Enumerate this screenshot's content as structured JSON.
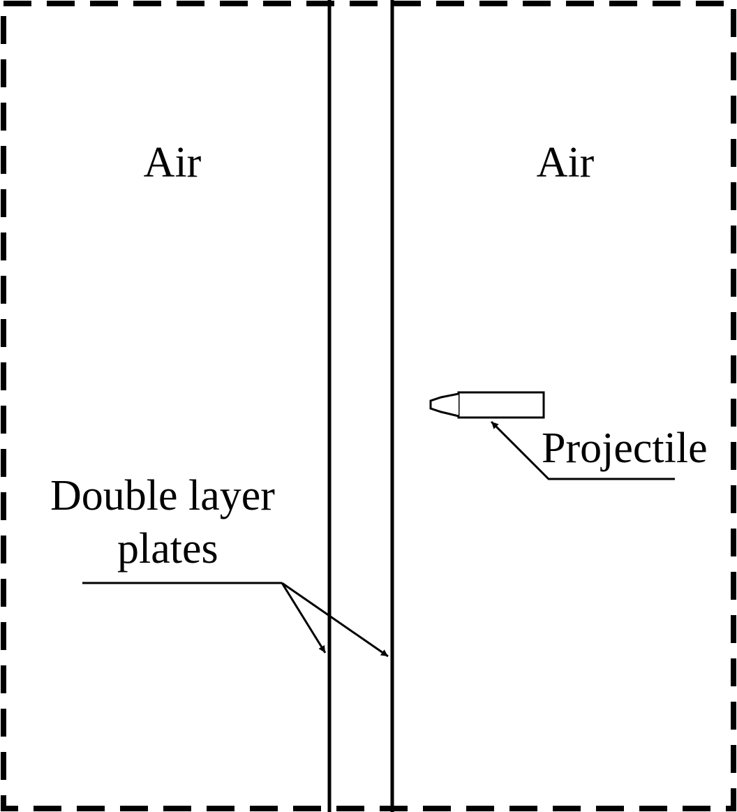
{
  "labels": {
    "air_left": "Air",
    "air_right": "Air",
    "projectile": "Projectile",
    "plates_line1": "Double layer",
    "plates_line2": "plates"
  },
  "colors": {
    "stroke": "#000000",
    "background": "#ffffff"
  }
}
